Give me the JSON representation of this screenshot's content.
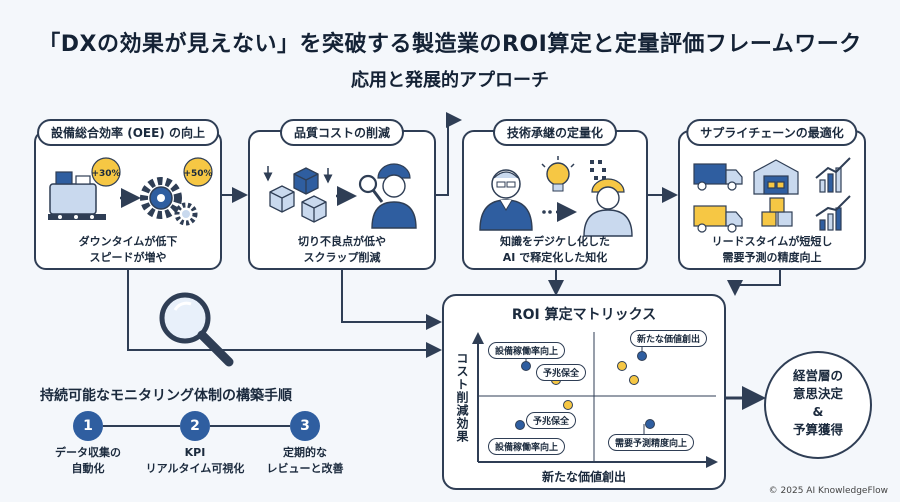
{
  "title": "「DXの効果が見えない」を突破する製造業のROI算定と定量評価フレームワーク",
  "subtitle": "応用と発展的アプローチ",
  "cards": [
    {
      "title": "設備総合効率 (OEE) の向上",
      "badge_a": "+30%",
      "badge_b": "+50%",
      "caption": [
        "ダウンタイムが低下",
        "スピードが増や"
      ]
    },
    {
      "title": "品質コストの削減",
      "caption": [
        "切り不良点が低や",
        "スクラップ削減"
      ]
    },
    {
      "title": "技術承継の定量化",
      "caption": [
        "知識をデジケし化した",
        "AI で释定化した知化"
      ]
    },
    {
      "title": "サプライチェーンの最適化",
      "caption": [
        "リードスタイムが短短し",
        "需要予測の精度向上"
      ]
    }
  ],
  "roi": {
    "title": "ROI 算定マトリックス",
    "y_label": "コスト削減効果",
    "x_label": "新たな価値創出",
    "chips": [
      "設備稼働率向上",
      "予兆保全",
      "新たな価値創出",
      "予兆保全",
      "設備稼働率向上",
      "需要予測精度向上"
    ]
  },
  "decision": [
    "経営層の",
    "意思決定",
    "&",
    "予算獲得"
  ],
  "monitoring": {
    "title": "持続可能なモニタリング体制の構築手順",
    "steps": [
      {
        "num": "1",
        "label": [
          "データ収集の",
          "自動化"
        ]
      },
      {
        "num": "2",
        "label": [
          "KPI",
          "リアルタイム可視化"
        ]
      },
      {
        "num": "3",
        "label": [
          "定期的な",
          "レビューと改善"
        ]
      }
    ]
  },
  "copyright": "© 2025 AI KnowledgeFlow",
  "colors": {
    "navy": "#2f3e55",
    "blue": "#2f5ea0",
    "yellow": "#f6c744",
    "light_blue": "#c9d9ee"
  }
}
